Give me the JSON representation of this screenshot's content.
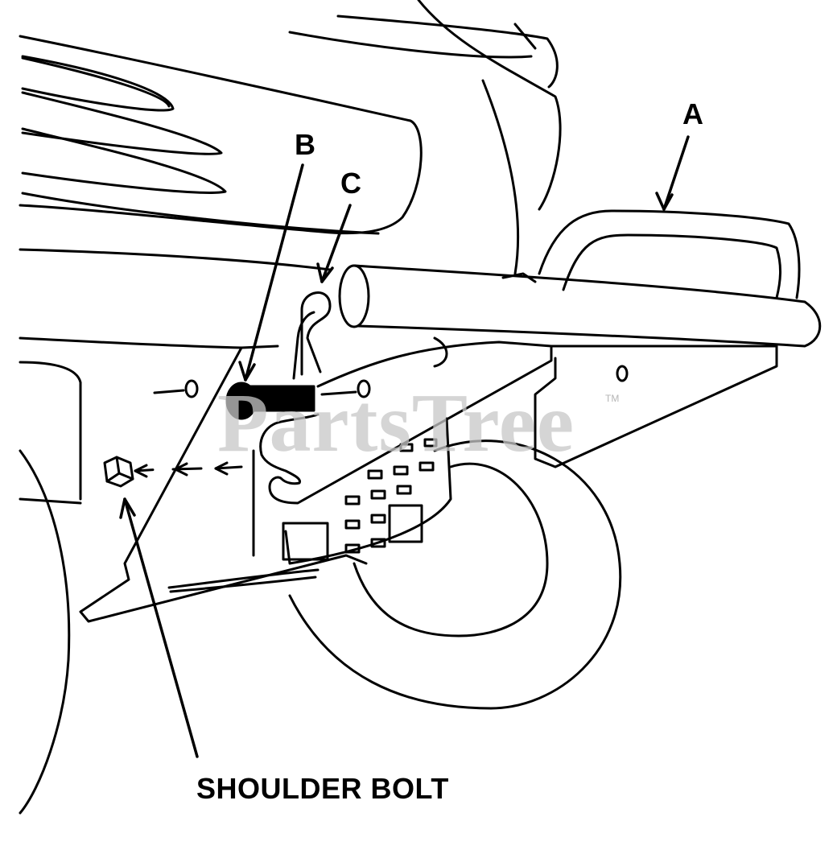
{
  "diagram": {
    "labels": {
      "a": "A",
      "b": "B",
      "c": "C",
      "shoulder_bolt": "SHOULDER BOLT"
    },
    "watermark": {
      "text": "PartsTree",
      "trademark": "TM"
    },
    "colors": {
      "line": "#000000",
      "background": "#ffffff",
      "watermark": "#c8c8c8"
    }
  }
}
